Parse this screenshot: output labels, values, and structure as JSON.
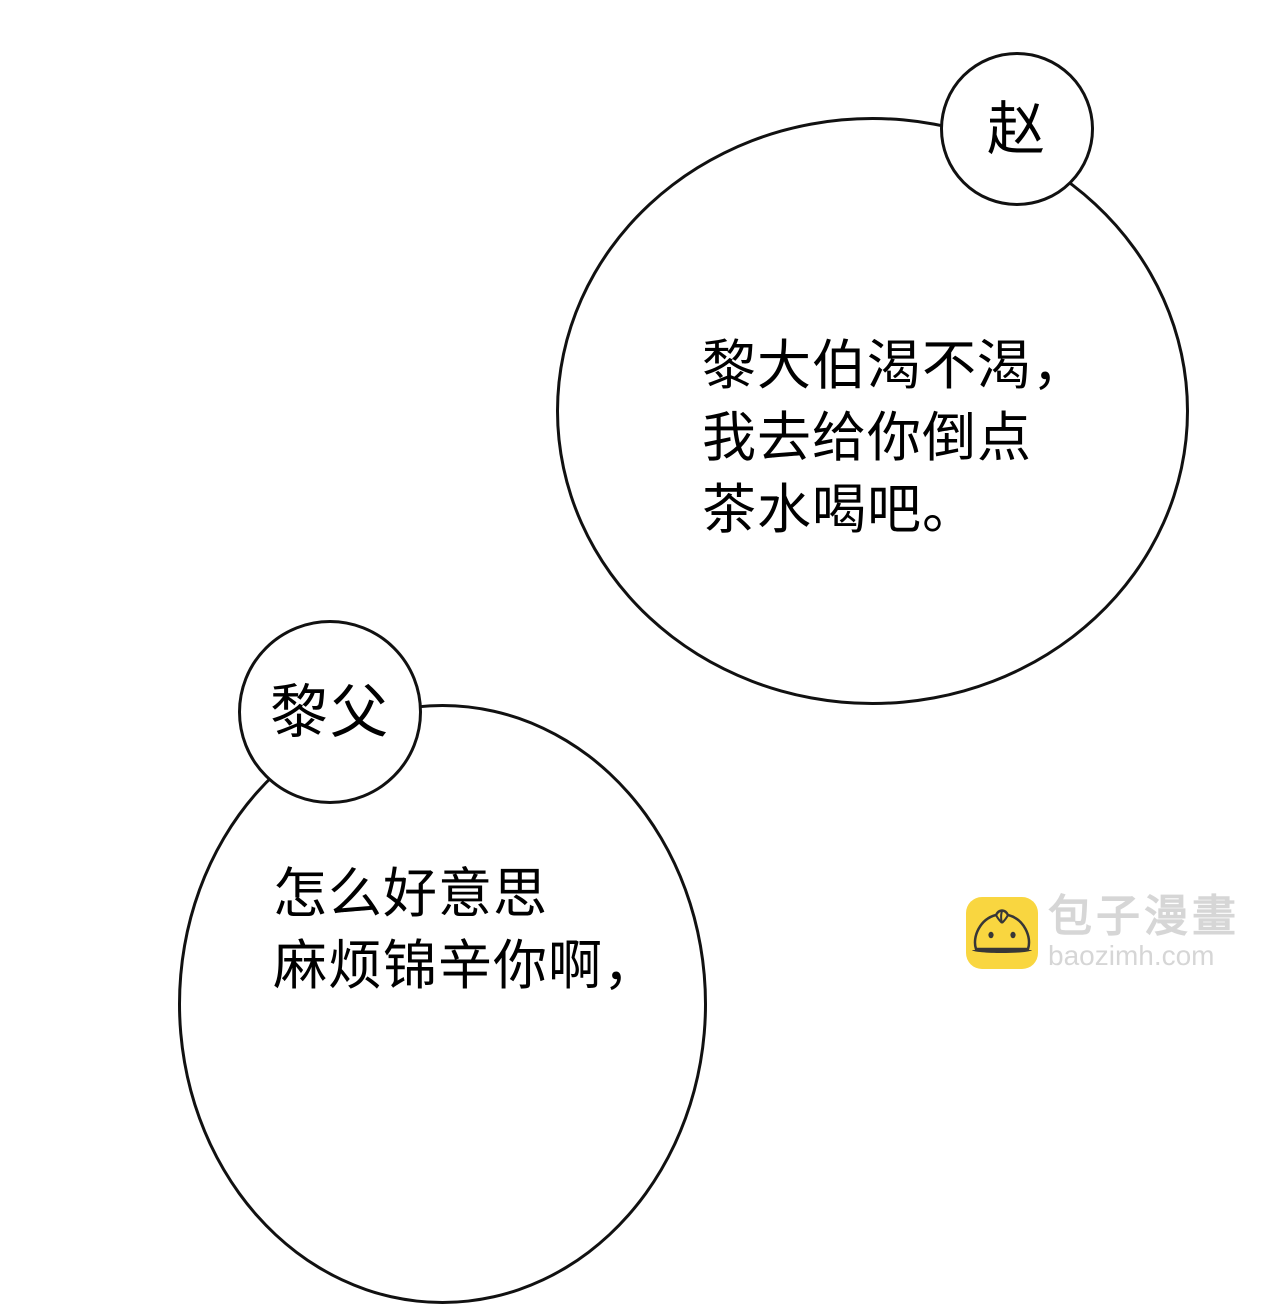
{
  "panel": {
    "background_color": "#ffffff",
    "bubbles": [
      {
        "speaker": "赵",
        "lines": [
          "黎大伯渴不渴，",
          "我去给你倒点",
          "茶水喝吧。"
        ],
        "text": "黎大伯渴不渴，\n我去给你倒点\n茶水喝吧。"
      },
      {
        "speaker": "黎父",
        "lines": [
          "怎么好意思",
          "麻烦锦辛你啊，"
        ],
        "text": "怎么好意思\n麻烦锦辛你啊，"
      }
    ]
  },
  "watermark": {
    "logo_icon": "steamed-bun-icon",
    "logo_color": "#f9d22c",
    "title": "包子漫畫",
    "url": "baozimh.com",
    "text_color": "#d2d2d2"
  }
}
